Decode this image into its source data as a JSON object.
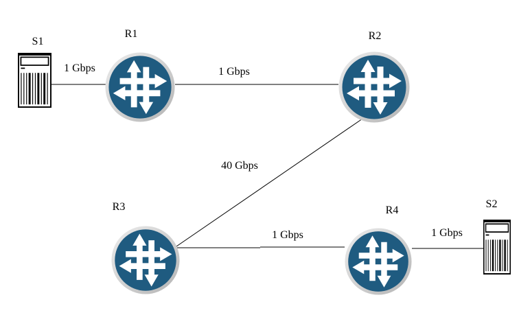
{
  "diagram": {
    "type": "network-topology",
    "nodes": [
      {
        "id": "S1",
        "type": "server",
        "label": "S1"
      },
      {
        "id": "R1",
        "type": "router",
        "label": "R1"
      },
      {
        "id": "R2",
        "type": "router",
        "label": "R2"
      },
      {
        "id": "R3",
        "type": "router",
        "label": "R3"
      },
      {
        "id": "R4",
        "type": "router",
        "label": "R4"
      },
      {
        "id": "S2",
        "type": "server",
        "label": "S2"
      }
    ],
    "links": [
      {
        "from": "S1",
        "to": "R1",
        "label": "1 Gbps"
      },
      {
        "from": "R1",
        "to": "R2",
        "label": "1 Gbps"
      },
      {
        "from": "R2",
        "to": "R3",
        "label": "40 Gbps"
      },
      {
        "from": "R3",
        "to": "R4",
        "label": "1 Gbps"
      },
      {
        "from": "R4",
        "to": "S2",
        "label": "1 Gbps"
      }
    ],
    "colors": {
      "router_fill": "#1f5b80",
      "router_ring_light": "#ececec",
      "router_ring_dark": "#b3b3b3",
      "arrow": "#ffffff",
      "link_line": "#000000",
      "server_outline": "#000000",
      "background": "#ffffff",
      "text": "#000000"
    },
    "icons": {
      "router": "juniper-router-icon",
      "server": "server-tower-icon"
    }
  }
}
